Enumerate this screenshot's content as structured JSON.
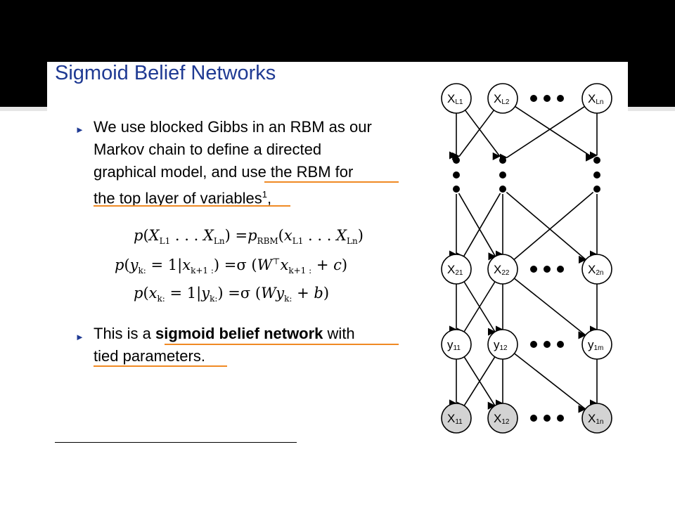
{
  "slide": {
    "title": "Sigmoid Belief Networks",
    "bullet_marker": "►",
    "bullet1": {
      "line1": "We use blocked Gibbs in an RBM as our",
      "line2": "Markov chain to define a directed",
      "line3": "graphical model, and use the RBM for",
      "line4": "the top layer of variables",
      "line4_sup": "1",
      "line4_tail": ","
    },
    "equations": {
      "eq1": "p(X_L1 … X_Ln) = p_RBM(x_L1 … x_Ln)",
      "eq2": "p(y_k: = 1 | x_k+1:) = σ(W^T x_k+1: + c)",
      "eq3": "p(x_k: = 1 | y_k:) = σ(W y_k: + b)"
    },
    "bullet2": {
      "prefix": "This is a",
      "bold": "sigmoid belief network",
      "suffix": "with",
      "line2": "tied parameters."
    }
  },
  "network": {
    "row1": [
      {
        "main": "X",
        "sub": "L1"
      },
      {
        "main": "X",
        "sub": "L2"
      },
      {
        "main": "X",
        "sub": "Ln"
      }
    ],
    "row2": [
      {
        "main": "X",
        "sub": "21"
      },
      {
        "main": "X",
        "sub": "22"
      },
      {
        "main": "X",
        "sub": "2n"
      }
    ],
    "row3": [
      {
        "main": "y",
        "sub": "11"
      },
      {
        "main": "y",
        "sub": "12"
      },
      {
        "main": "y",
        "sub": "1m"
      }
    ],
    "row4": [
      {
        "main": "X",
        "sub": "11"
      },
      {
        "main": "X",
        "sub": "12"
      },
      {
        "main": "X",
        "sub": "1n"
      }
    ],
    "colors": {
      "accent": "#f08a24",
      "title": "#1f3a93",
      "observed_fill": "#d3d3d3"
    }
  }
}
